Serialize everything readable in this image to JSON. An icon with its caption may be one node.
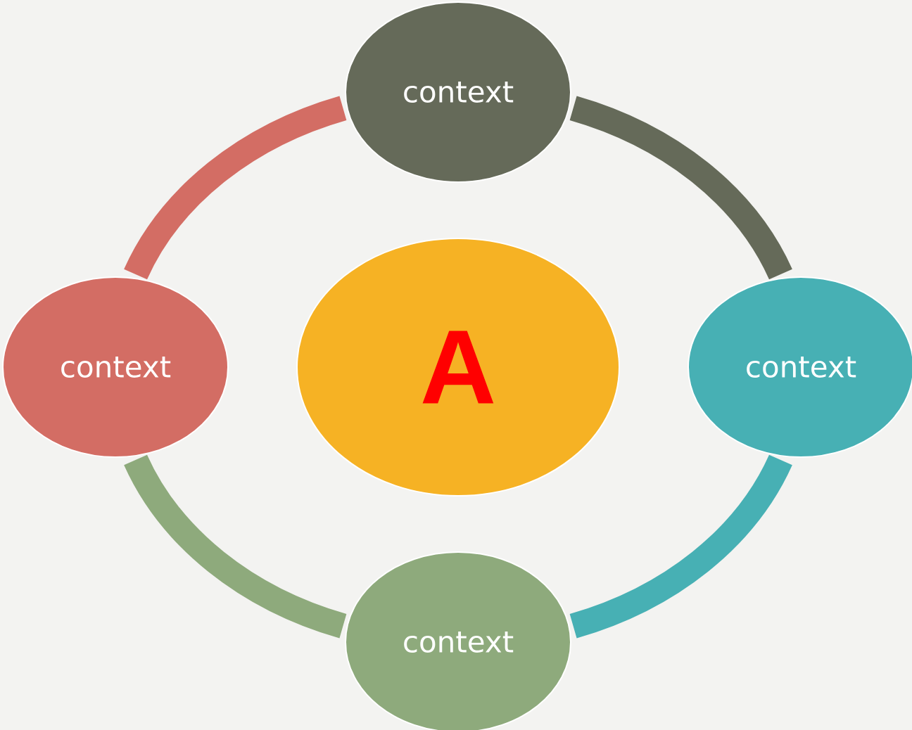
{
  "diagram": {
    "nodes": [
      {
        "text": [
          "A"
        ]
      },
      {
        "text": [
          "context"
        ]
      },
      {
        "text": [
          "context"
        ]
      },
      {
        "text": [
          "context"
        ]
      },
      {
        "text": [
          "context"
        ]
      }
    ],
    "edges": [
      {
        "from": 1,
        "to": 2,
        "arrow": "none",
        "color": "#656a59"
      },
      {
        "from": 2,
        "to": 3,
        "arrow": "none",
        "color": "#47b0b4"
      },
      {
        "from": 3,
        "to": 4,
        "arrow": "none",
        "color": "#8eaa7c"
      },
      {
        "from": 4,
        "to": 1,
        "arrow": "none",
        "color": "#d36d64"
      }
    ]
  }
}
